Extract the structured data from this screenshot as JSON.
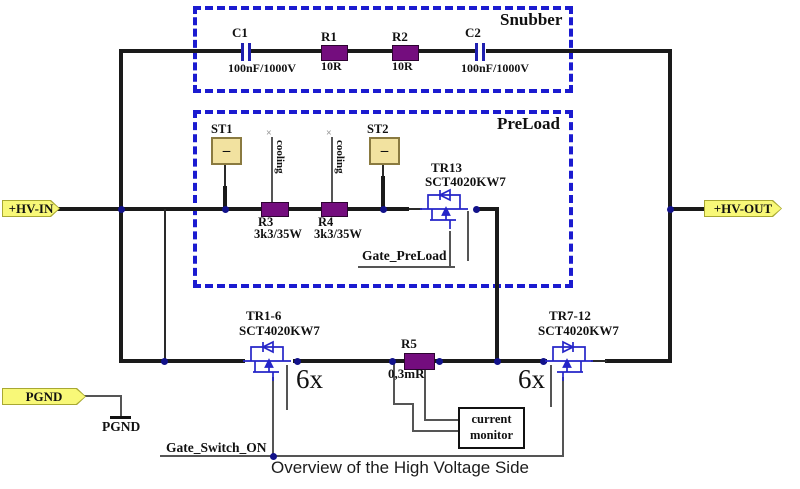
{
  "caption": "Overview of the High Voltage Side",
  "boxes": {
    "snubber": {
      "label": "Snubber"
    },
    "preload": {
      "label": "PreLoad"
    }
  },
  "ports": {
    "hv_in": {
      "label": "+HV-IN"
    },
    "hv_out": {
      "label": "+HV-OUT"
    },
    "pgnd": {
      "label": "PGND"
    }
  },
  "ground": {
    "label": "PGND"
  },
  "nets": {
    "gate_preload": "Gate_PreLoad",
    "gate_switch_on": "Gate_Switch_ON"
  },
  "components": {
    "c1": {
      "ref": "C1",
      "value": "100nF/1000V"
    },
    "r1": {
      "ref": "R1",
      "value": "10R"
    },
    "r2": {
      "ref": "R2",
      "value": "10R"
    },
    "c2": {
      "ref": "C2",
      "value": "100nF/1000V"
    },
    "st1": {
      "ref": "ST1",
      "mark": "–"
    },
    "st2": {
      "ref": "ST2",
      "mark": "–"
    },
    "r3": {
      "ref": "R3",
      "value": "3k3/35W"
    },
    "r4": {
      "ref": "R4",
      "value": "3k3/35W"
    },
    "r5": {
      "ref": "R5",
      "value": "0,3mR"
    },
    "tr13": {
      "ref": "TR13",
      "part": "SCT4020KW7"
    },
    "tr1_6": {
      "ref": "TR1-6",
      "part": "SCT4020KW7",
      "multiplier": "6x"
    },
    "tr7_12": {
      "ref": "TR7-12",
      "part": "SCT4020KW7",
      "multiplier": "6x"
    },
    "current_monitor": {
      "line1": "current",
      "line2": "monitor"
    }
  },
  "annotations": {
    "cooling1": "cooling",
    "cooling2": "cooling",
    "vent_mark": "×"
  },
  "colors": {
    "wire": "#1a1a1a",
    "dashed_box": "#1b1bd0",
    "mosfet": "#2525c8",
    "resistor": "#740d7e",
    "capacitor": "#2020b0",
    "junction": "#12128a",
    "port_fill": "#f8f878",
    "port_border": "#a8a832",
    "st_fill": "#f2e2a0",
    "st_border": "#8a7a40"
  }
}
